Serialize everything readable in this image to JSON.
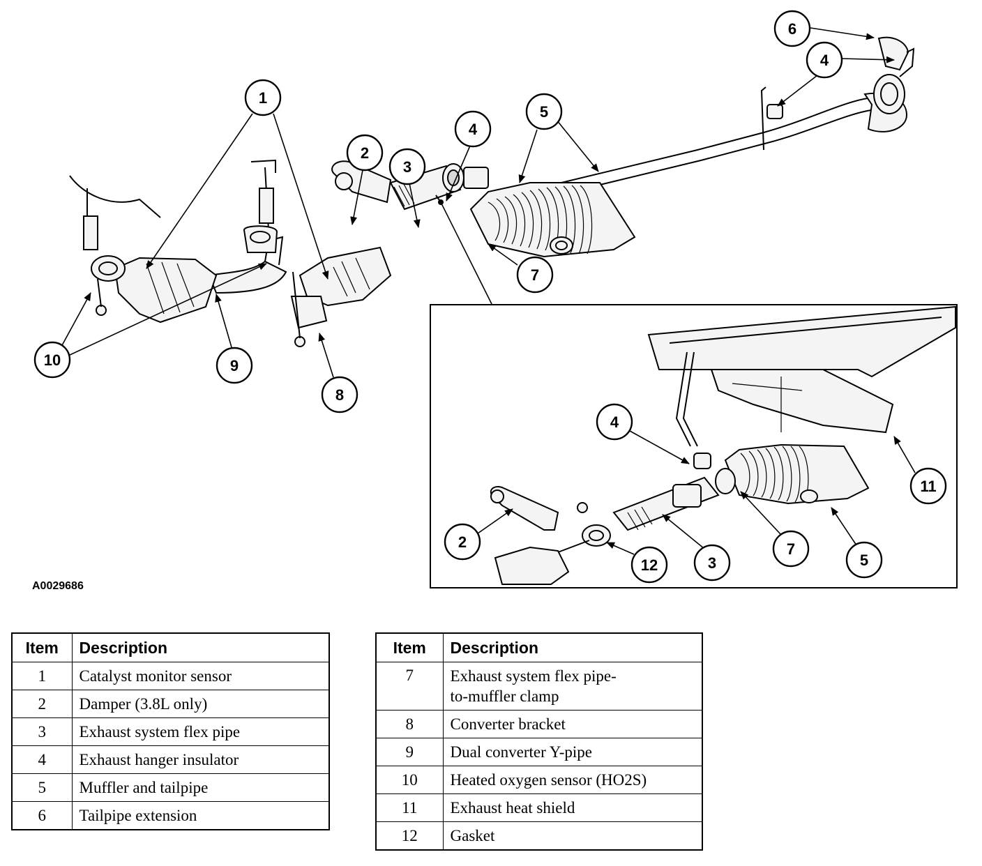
{
  "reference_code": "A0029686",
  "callouts": {
    "c1": "1",
    "c2a": "2",
    "c3a": "3",
    "c4a": "4",
    "c4b": "4",
    "c5a": "5",
    "c6": "6",
    "c7a": "7",
    "c8": "8",
    "c9": "9",
    "c10": "10",
    "c4c": "4",
    "c11": "11",
    "c2b": "2",
    "c12": "12",
    "c3b": "3",
    "c7b": "7",
    "c5b": "5"
  },
  "legend_headers": {
    "item": "Item",
    "description": "Description"
  },
  "legend_left": [
    {
      "item": "1",
      "description": "Catalyst monitor sensor"
    },
    {
      "item": "2",
      "description": "Damper (3.8L only)"
    },
    {
      "item": "3",
      "description": "Exhaust system flex pipe"
    },
    {
      "item": "4",
      "description": "Exhaust hanger insulator"
    },
    {
      "item": "5",
      "description": "Muffler and tailpipe"
    },
    {
      "item": "6",
      "description": "Tailpipe extension"
    }
  ],
  "legend_right": [
    {
      "item": "7",
      "description": "Exhaust system flex pipe-to-muffler clamp"
    },
    {
      "item": "8",
      "description": "Converter bracket"
    },
    {
      "item": "9",
      "description": "Dual converter Y-pipe"
    },
    {
      "item": "10",
      "description": "Heated oxygen sensor (HO2S)"
    },
    {
      "item": "11",
      "description": "Exhaust heat shield"
    },
    {
      "item": "12",
      "description": "Gasket"
    }
  ]
}
